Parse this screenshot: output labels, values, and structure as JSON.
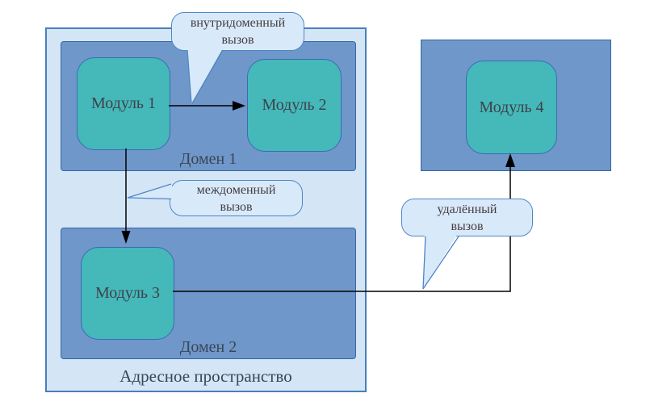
{
  "address_space": {
    "label": "Адресное пространство"
  },
  "domains": [
    {
      "label": "Домен 1"
    },
    {
      "label": "Домен 2"
    }
  ],
  "modules": [
    {
      "label": "Модуль 1"
    },
    {
      "label": "Модуль 2"
    },
    {
      "label": "Модуль 3"
    },
    {
      "label": "Модуль 4"
    }
  ],
  "callouts": [
    {
      "label": "внутридоменный вызов",
      "line1": "внутридоменный",
      "line2": "вызов"
    },
    {
      "label": "междоменный вызов",
      "line1": "междоменный",
      "line2": "вызов"
    },
    {
      "label": "удалённый вызов",
      "line1": "удалённый",
      "line2": "вызов"
    }
  ],
  "arrows": [
    {
      "from": "Модуль 1",
      "to": "Модуль 2",
      "kind": "внутридоменный вызов"
    },
    {
      "from": "Модуль 1",
      "to": "Модуль 3",
      "kind": "междоменный вызов"
    },
    {
      "from": "Модуль 3",
      "to": "Модуль 4",
      "kind": "удалённый вызов"
    }
  ],
  "colors": {
    "address_space_fill": "#d4e6f6",
    "address_space_border": "#4a7ebc",
    "domain_fill": "#6f97ca",
    "domain_border": "#3465a4",
    "module_fill": "#45b8ba",
    "module_border": "#3a6cb0",
    "callout_fill": "#d8eafa",
    "callout_border": "#4f86c6",
    "arrow": "#000000",
    "text": "#3a4656"
  }
}
